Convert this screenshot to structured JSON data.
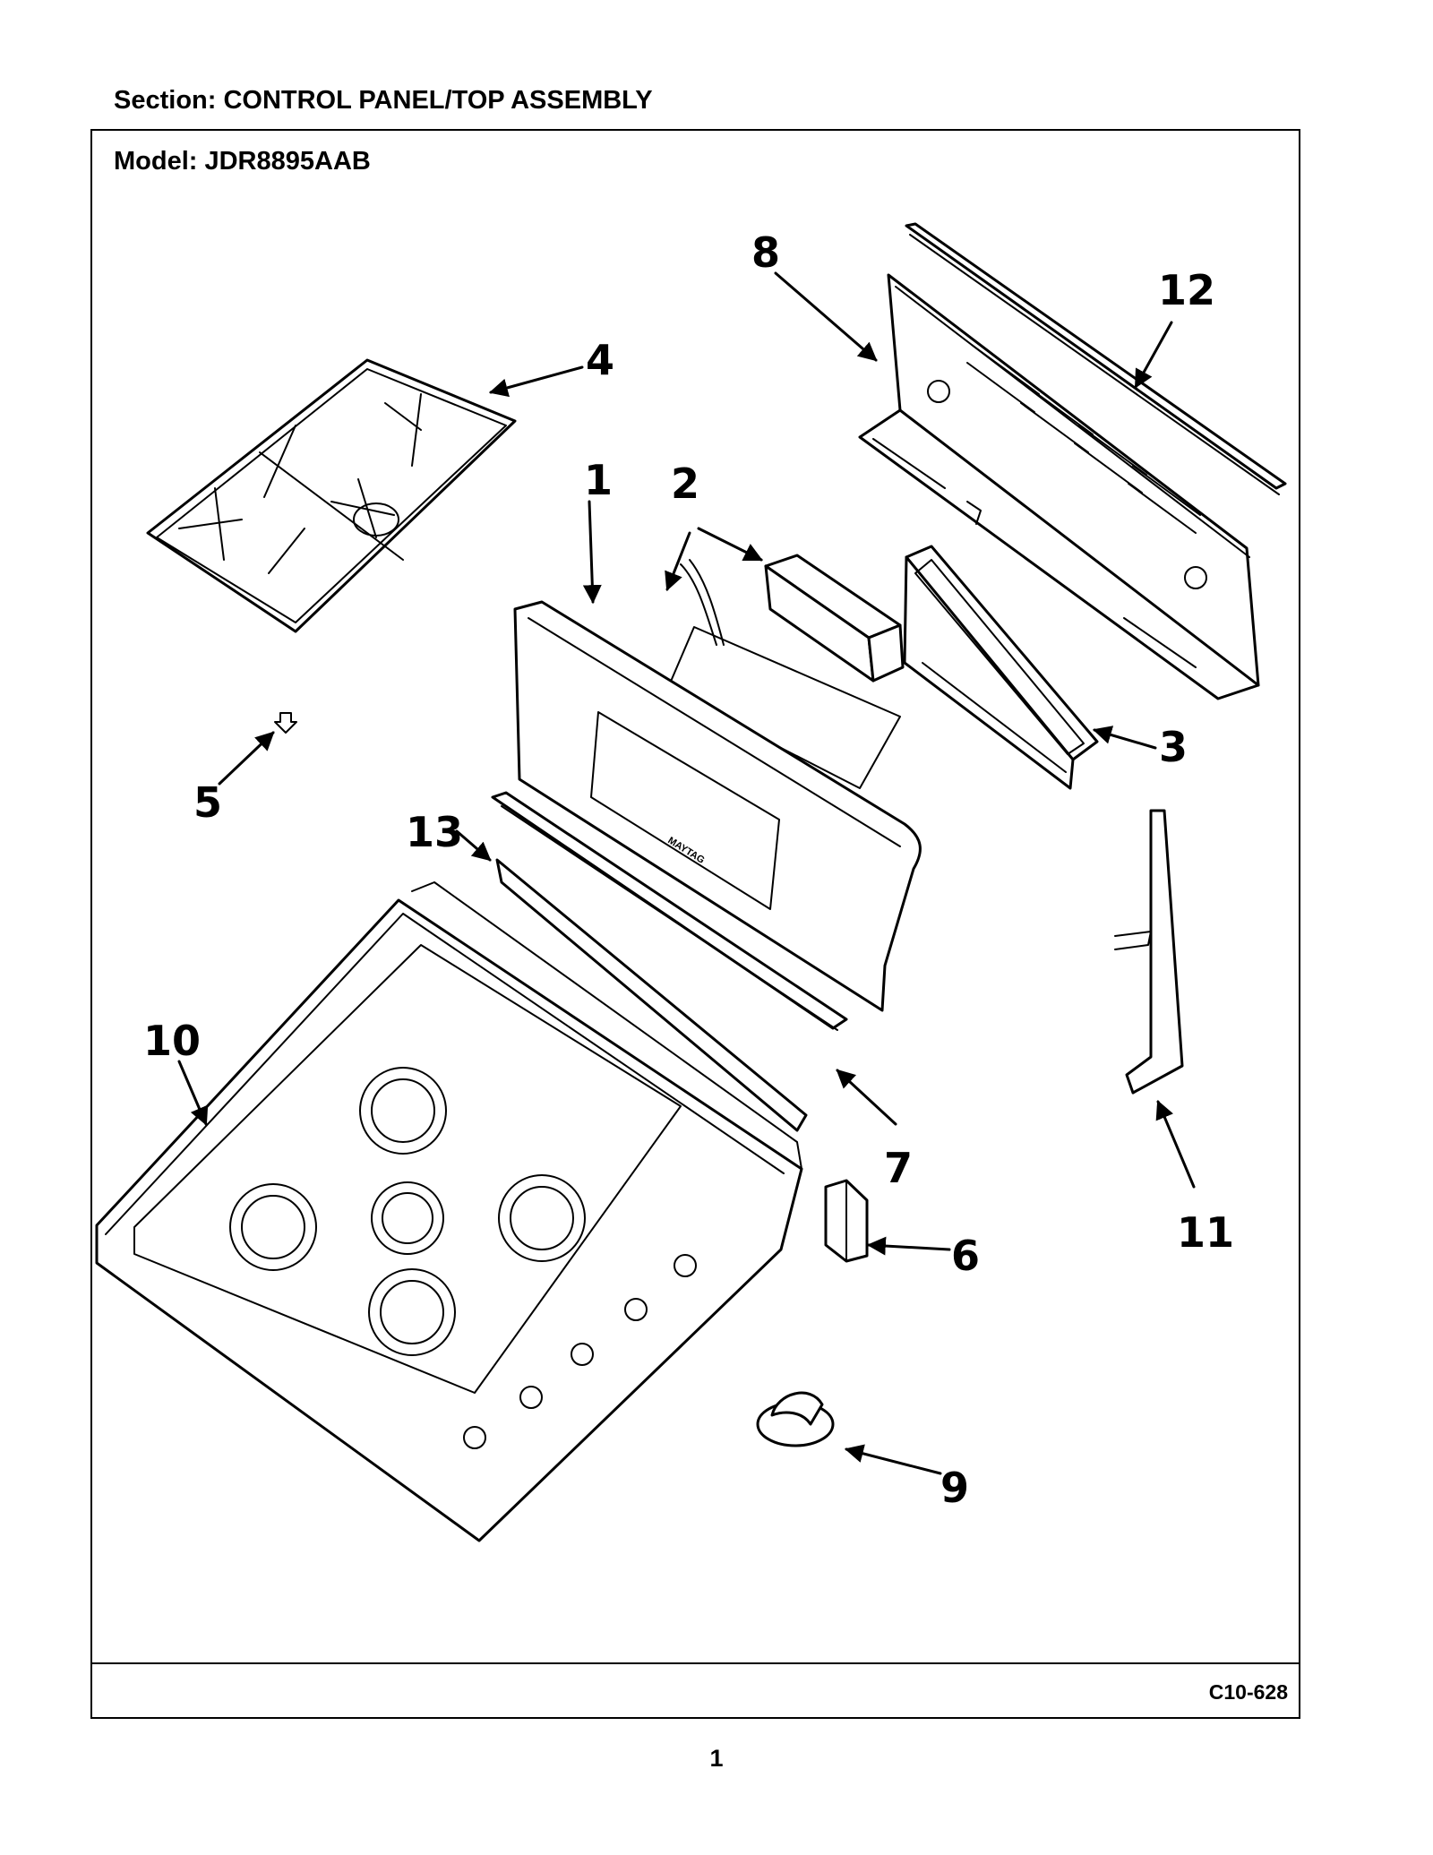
{
  "section_title": "Section:  CONTROL PANEL/TOP ASSEMBLY",
  "model_title": "Model:  JDR8895AAB",
  "diagram_code": "C10-628",
  "page_number": "1",
  "callouts": {
    "c1": "1",
    "c2": "2",
    "c3": "3",
    "c4": "4",
    "c5": "5",
    "c6": "6",
    "c7": "7",
    "c8": "8",
    "c9": "9",
    "c10": "10",
    "c11": "11",
    "c12": "12",
    "c13": "13"
  },
  "brand_mark": "MAYTAG"
}
